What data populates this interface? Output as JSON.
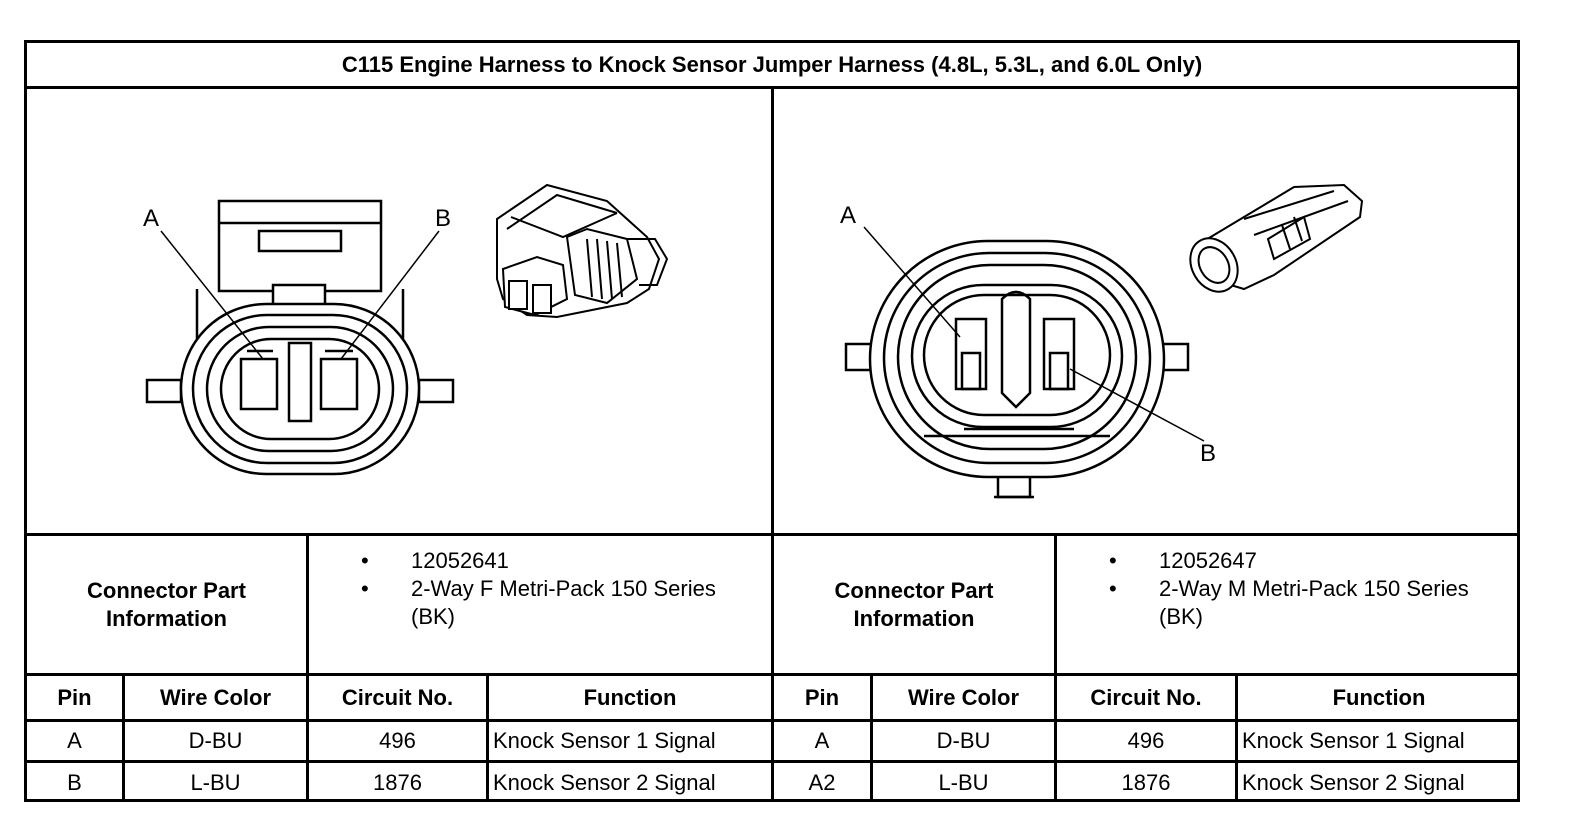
{
  "title": "C115 Engine Harness to Knock Sensor Jumper Harness (4.8L, 5.3L, and 6.0L Only)",
  "left": {
    "pin_labels": [
      "A",
      "B"
    ],
    "part_info_label_line1": "Connector Part",
    "part_info_label_line2": "Information",
    "part_info": [
      "12052641",
      "2-Way F Metri-Pack 150 Series (BK)"
    ],
    "headers": [
      "Pin",
      "Wire Color",
      "Circuit No.",
      "Function"
    ],
    "rows": [
      {
        "pin": "A",
        "wire_color": "D-BU",
        "circuit": "496",
        "function": "Knock Sensor 1 Signal"
      },
      {
        "pin": "B",
        "wire_color": "L-BU",
        "circuit": "1876",
        "function": "Knock Sensor 2 Signal"
      }
    ]
  },
  "right": {
    "pin_labels": [
      "A",
      "B"
    ],
    "part_info_label_line1": "Connector Part",
    "part_info_label_line2": "Information",
    "part_info": [
      "12052647",
      "2-Way M Metri-Pack 150 Series (BK)"
    ],
    "headers": [
      "Pin",
      "Wire Color",
      "Circuit No.",
      "Function"
    ],
    "rows": [
      {
        "pin": "A",
        "wire_color": "D-BU",
        "circuit": "496",
        "function": "Knock Sensor 1 Signal"
      },
      {
        "pin": "A2",
        "wire_color": "L-BU",
        "circuit": "1876",
        "function": "Knock Sensor 2 Signal"
      }
    ]
  }
}
